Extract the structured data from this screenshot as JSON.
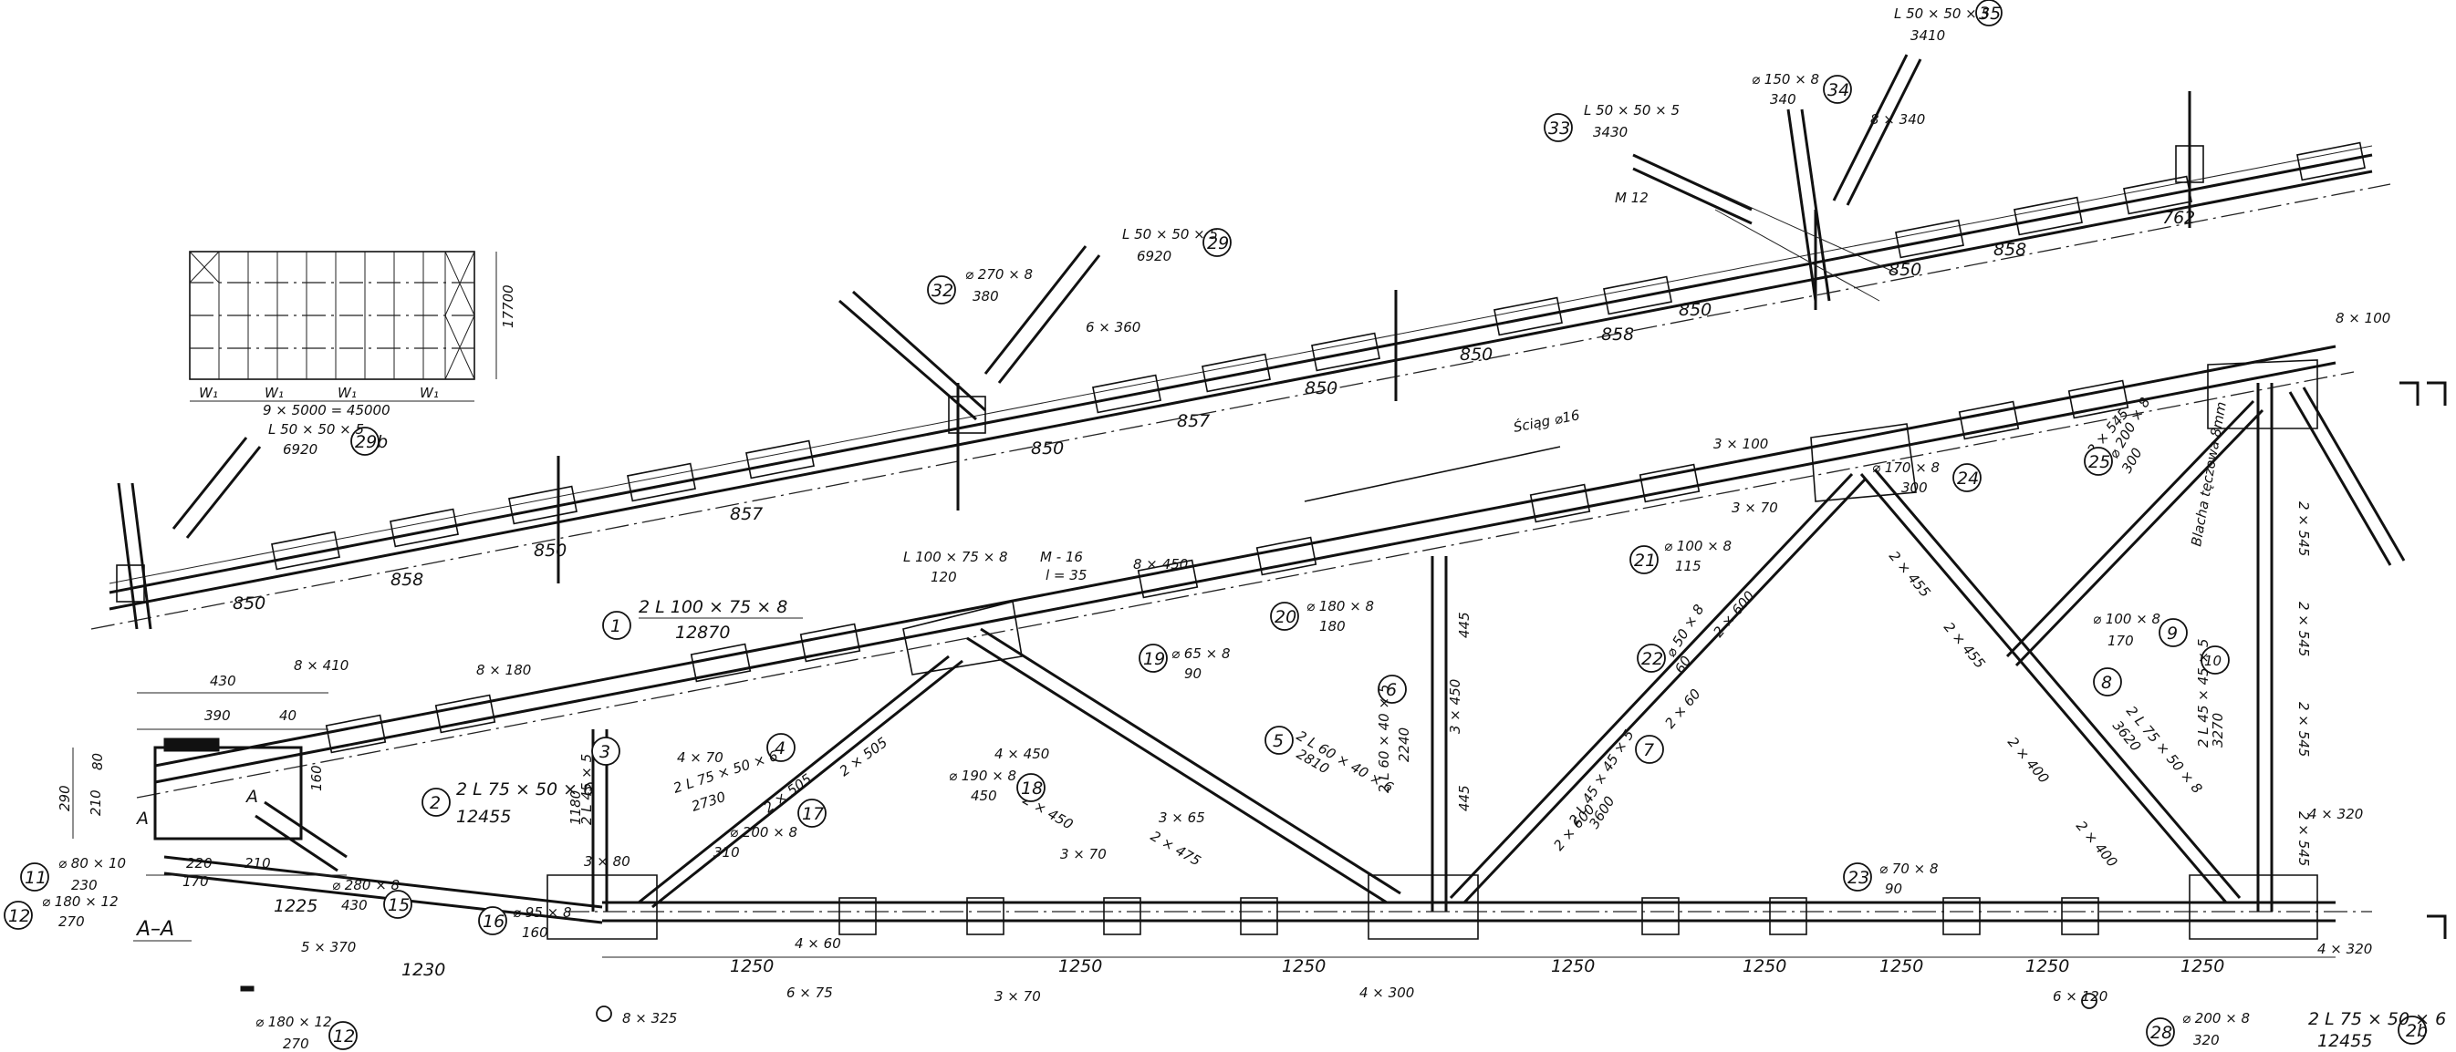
{
  "drawing": {
    "section_label": "A–A",
    "section_marks": [
      "A",
      "A"
    ],
    "rod_note": "Ściąg ⌀16",
    "rod_note_rot": "Sciąg ⌀16",
    "plan_note": "9 × 5000 = 45000",
    "plan_side": "17700",
    "plan_brace_label": "W₁"
  },
  "parts": [
    {
      "no": "1",
      "profile": "2 L 100 × 75 × 8",
      "length": "12870"
    },
    {
      "no": "2",
      "profile": "2 L 75 × 50 × 6",
      "length": "12455"
    },
    {
      "no": "2b",
      "profile": "2 L 75 × 50 × 6",
      "length": "12455"
    },
    {
      "no": "3",
      "profile": "2 L 45 × 5",
      "length": "1180"
    },
    {
      "no": "4",
      "profile": "2 L 75 × 50 × 6",
      "length": "2730"
    },
    {
      "no": "5",
      "profile": "2 L 60 × 40 × 6",
      "length": "2810"
    },
    {
      "no": "6",
      "profile": "2 L 60 × 40 × 5",
      "length": "2240"
    },
    {
      "no": "7",
      "profile": "2 L 45 × 45 × 5",
      "length": "3600"
    },
    {
      "no": "8",
      "profile": "2 L 75 × 50 × 8",
      "length": "3620"
    },
    {
      "no": "9",
      "profile": "⌀ 100 × 8",
      "length": "170"
    },
    {
      "no": "10",
      "profile": "2 L 45 × 45 × 5",
      "length": "3270"
    },
    {
      "no": "11",
      "profile": "⌀ 80 × 10",
      "length": "230"
    },
    {
      "no": "12",
      "profile": "⌀ 180 × 12",
      "length": "270"
    },
    {
      "no": "15",
      "profile": "⌀ 280 × 8",
      "length": "430"
    },
    {
      "no": "16",
      "profile": "⌀ 95 × 8",
      "length": "160"
    },
    {
      "no": "17",
      "profile": "⌀ 200 × 8",
      "length": "310"
    },
    {
      "no": "18",
      "profile": "⌀ 190 × 8",
      "length": "450"
    },
    {
      "no": "19",
      "profile": "⌀ 65 × 8",
      "length": "90"
    },
    {
      "no": "20",
      "profile": "⌀ 180 × 8",
      "length": "180"
    },
    {
      "no": "21",
      "profile": "⌀ 100 × 8",
      "length": "115"
    },
    {
      "no": "22",
      "profile": "⌀ 50 × 8",
      "length": "60"
    },
    {
      "no": "23",
      "profile": "⌀ 70 × 8",
      "length": "90"
    },
    {
      "no": "24",
      "profile": "⌀ 170 × 8",
      "length": "300"
    },
    {
      "no": "25",
      "profile": "⌀ 200 × 8",
      "length": "300"
    },
    {
      "no": "28",
      "profile": "⌀ 200 × 8",
      "length": "320"
    },
    {
      "no": "29",
      "profile": "L 50 × 50 × 5",
      "length": "6920"
    },
    {
      "no": "29b",
      "profile": "L 50 × 50 × 5",
      "length": "6920"
    },
    {
      "no": "32",
      "profile": "⌀ 270 × 8",
      "length": "380"
    },
    {
      "no": "33",
      "profile": "L 50 × 50 × 5",
      "length": "3430"
    },
    {
      "no": "34",
      "profile": "⌀ 150 × 8",
      "length": "340"
    },
    {
      "no": "35",
      "profile": "L 50 × 50 × 5",
      "length": "3410"
    }
  ],
  "dims_upper": [
    "850",
    "858",
    "850",
    "857",
    "850",
    "857",
    "850",
    "850",
    "858",
    "850",
    "850",
    "858",
    "762"
  ],
  "dims_bottom": [
    "1250",
    "1250",
    "1250",
    "1250",
    "1250",
    "1250",
    "1250",
    "1250"
  ],
  "dims_bottom_left": [
    "1225",
    "1230"
  ],
  "dims_diag": [
    "2 × 505",
    "2 × 505",
    "2 × 600",
    "2 × 600",
    "2 × 455",
    "2 × 455",
    "2 × 400",
    "2 × 400",
    "2 × 545",
    "2 × 545",
    "2 × 545",
    "2 × 545",
    "2 × 545",
    "3 × 450",
    "445",
    "445",
    "2 × 450",
    "2 × 60",
    "2 × 475"
  ],
  "welds": [
    "8 × 410",
    "8 × 180",
    "8 × 450",
    "5 × 370",
    "6 × 75",
    "8 × 325",
    "4 × 300",
    "4 × 320",
    "4 × 320",
    "6 × 120",
    "8 × 100",
    "3 × 100",
    "3 × 70",
    "3 × 70",
    "3 × 70",
    "3 × 65",
    "4 × 60",
    "4 × 70",
    "3 × 80",
    "4 × 450",
    "6 × 360",
    "8 × 340"
  ],
  "notes": {
    "bolt": "M - 16",
    "bolt_len": "l = 35",
    "bolt2": "M 12",
    "purlin": "L 100 × 75 × 8",
    "purlin_len": "120",
    "ridge_note": "Blacha  tęczowa  8mm",
    "support_width": "430",
    "support_inner": "390",
    "support_right": "40",
    "support_h1": "290",
    "support_h2": "210",
    "support_h3": "80",
    "support_b1": "220",
    "support_b2": "210",
    "support_b3": "170",
    "support_b4": "160"
  }
}
